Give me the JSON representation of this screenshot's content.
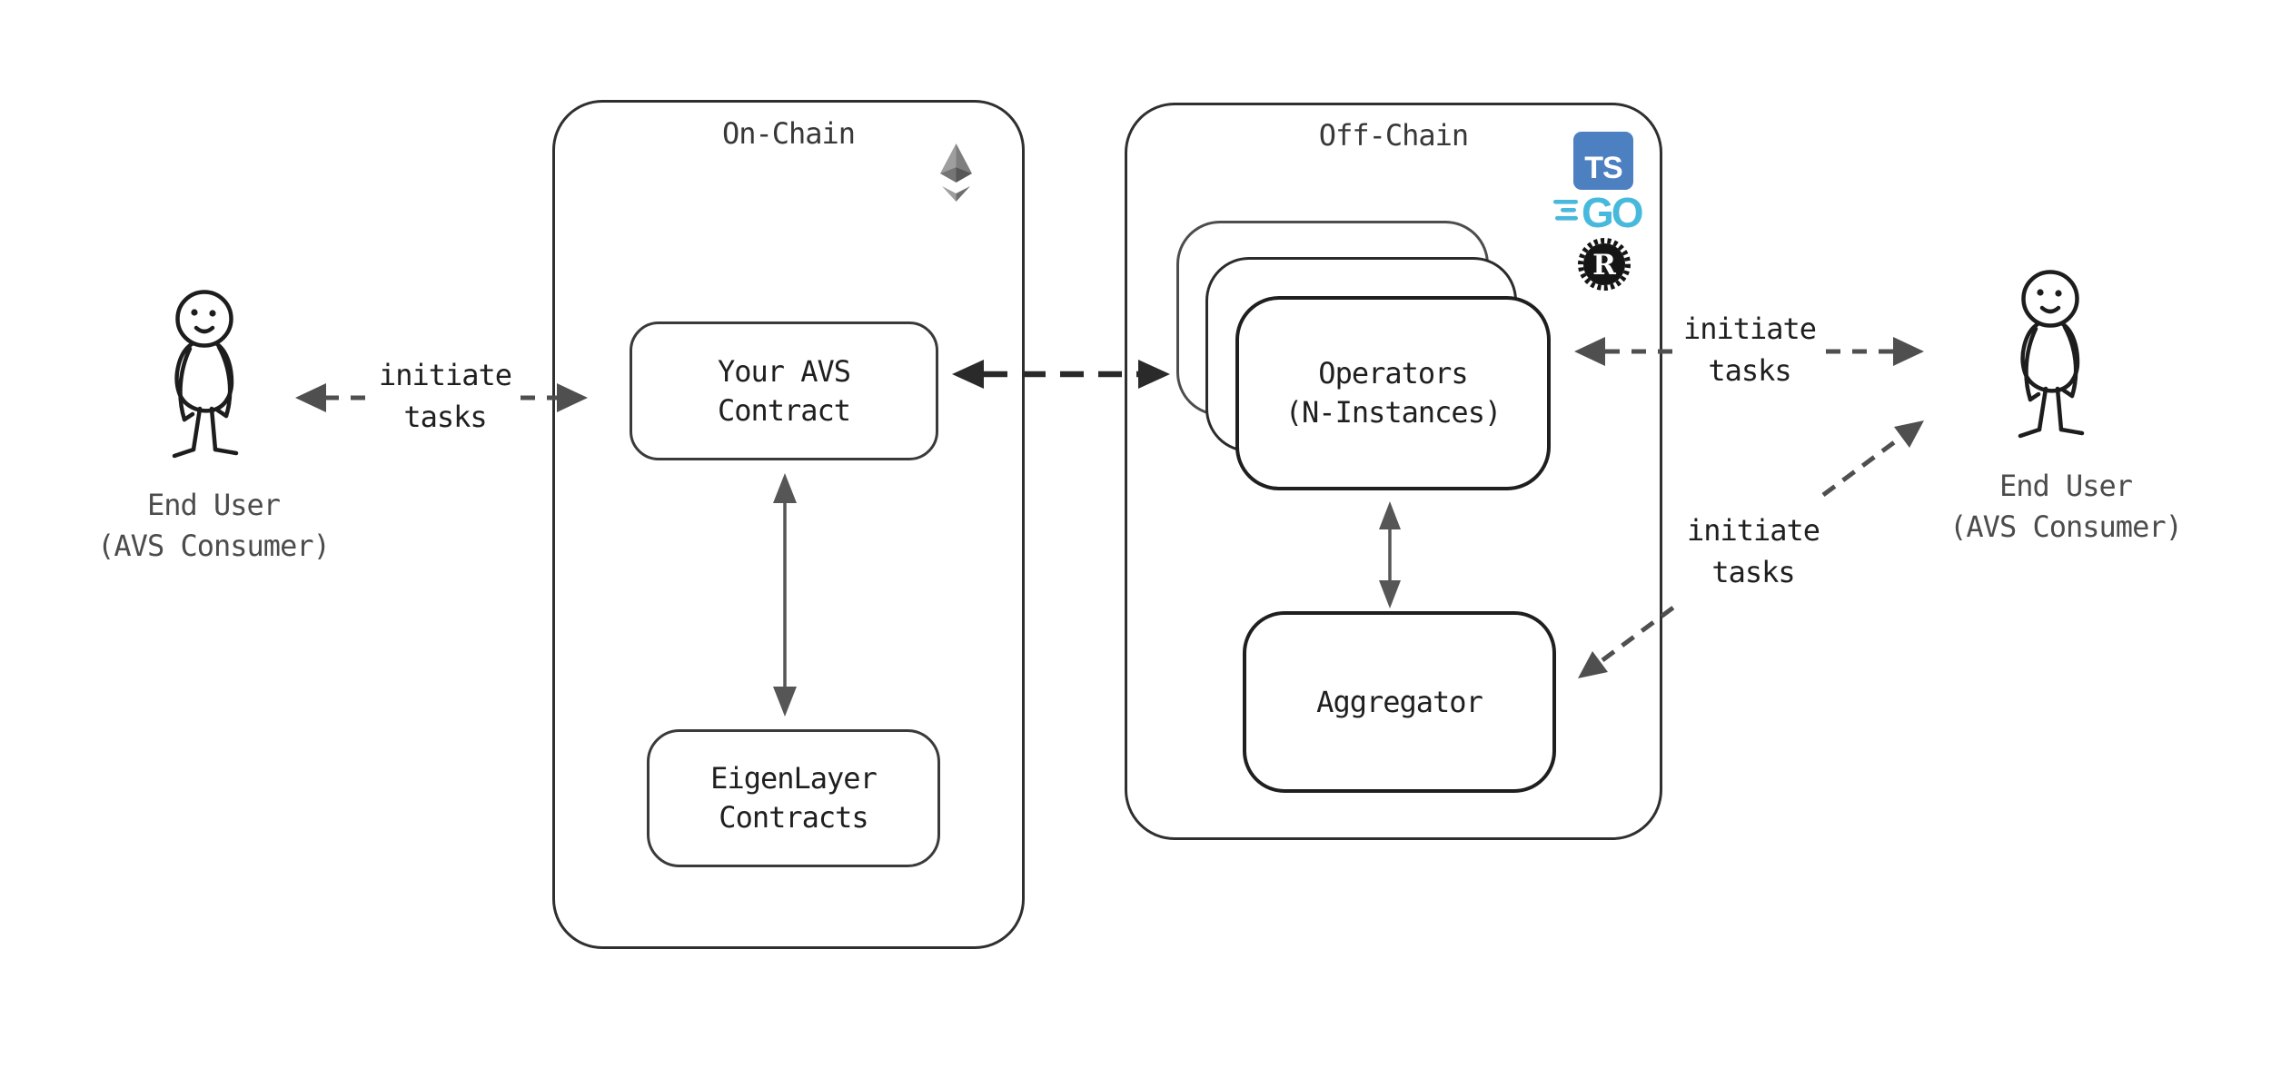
{
  "onchain": {
    "title": "On-Chain",
    "avs_contract": {
      "line1": "Your AVS",
      "line2": "Contract"
    },
    "eigenlayer": {
      "line1": "EigenLayer",
      "line2": "Contracts"
    }
  },
  "offchain": {
    "title": "Off-Chain",
    "operators": {
      "line1": "Operators",
      "line2": "(N-Instances)"
    },
    "aggregator": {
      "line1": "Aggregator"
    }
  },
  "actors": {
    "left": {
      "line1": "End User",
      "line2": "(AVS Consumer)"
    },
    "right": {
      "line1": "End User",
      "line2": "(AVS Consumer)"
    }
  },
  "edge_labels": {
    "left": {
      "line1": "initiate",
      "line2": "tasks"
    },
    "right_top": {
      "line1": "initiate",
      "line2": "tasks"
    },
    "right_bottom": {
      "line1": "initiate",
      "line2": "tasks"
    }
  },
  "icons": {
    "ethereum": "ethereum-diamond",
    "typescript": {
      "label": "TS",
      "color": "#4C80C1"
    },
    "go": {
      "label": "GO",
      "color": "#47B9DC"
    },
    "rust": {
      "label": "R",
      "color": "#151515"
    }
  },
  "colors": {
    "background": "#FFFFFF",
    "container_border": "#2F2F2F",
    "node_border": "#1F1F1F",
    "text_dark": "#1F1F1F",
    "text_gray": "#4C4C4C",
    "arrow_gray": "#4F4F4F",
    "arrow_dark": "#2A2A2A",
    "eth_gray_light": "#9E9E9E",
    "eth_gray_dark": "#575757"
  }
}
